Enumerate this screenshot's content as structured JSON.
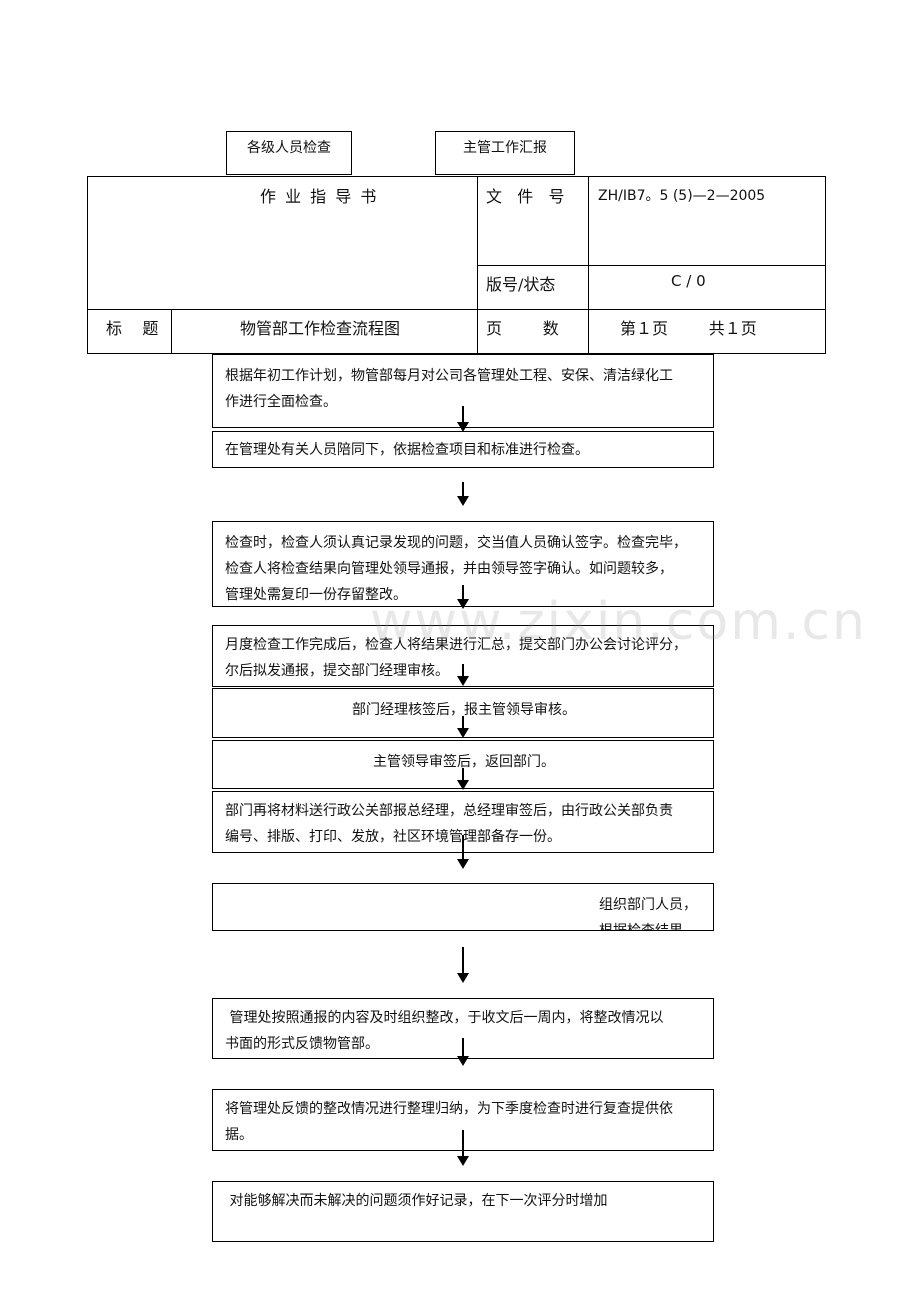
{
  "top_boxes": {
    "left": "各级人员检查",
    "right": "主管工作汇报"
  },
  "header": {
    "doc_title": "作 业 指 导 书",
    "file_no_label": "文   件   号",
    "file_no_value": "ZH/IB7。5 (5)—2—2005",
    "version_label": "版号/状态",
    "version_value": "C / 0",
    "title_label": "标    题",
    "title_value": "物管部工作检查流程图",
    "page_label": "页        数",
    "page_value": "第１页        共１页"
  },
  "watermark": "www.zixin.com.cn",
  "steps": [
    {
      "line1": "根据年初工作计划，物管部每月对公司各管理处工程、安保、清洁绿化工",
      "line2": "作进行全面检查。"
    },
    {
      "line1": "在管理处有关人员陪同下，依据检查项目和标准进行检查。"
    },
    {
      "line1": "检查时，检查人须认真记录发现的问题，交当值人员确认签字。检查完毕，",
      "line2": "检查人将检查结果向管理处领导通报，并由领导签字确认。如问题较多，",
      "line3": "管理处需复印一份存留整改。"
    },
    {
      "line1": "月度检查工作完成后，检查人将结果进行汇总，提交部门办公会讨论评分，",
      "line2": "尔后拟发通报，提交部门经理审核。"
    },
    {
      "line1": "部门经理核签后，报主管领导审核。"
    },
    {
      "line1": "主管领导审签后，返回部门。"
    },
    {
      "line1": "部门再将材料送行政公关部报总经理，总经理审签后，由行政公关部负责",
      "line2": "编号、排版、打印、发放，社区环境管理部备存一份。"
    },
    {
      "line1": "组织部门人员，",
      "line2": "根据检查结果"
    },
    {
      "line1": " 管理处按照通报的内容及时组织整改，于收文后一周内，将整改情况以",
      "line2": "书面的形式反馈物管部。"
    },
    {
      "line1": "将管理处反馈的整改情况进行整理归纳，为下季度检查时进行复查提供依",
      "line2": "据。"
    },
    {
      "line1": " 对能够解决而未解决的问题须作好记录，在下一次评分时增加"
    }
  ]
}
